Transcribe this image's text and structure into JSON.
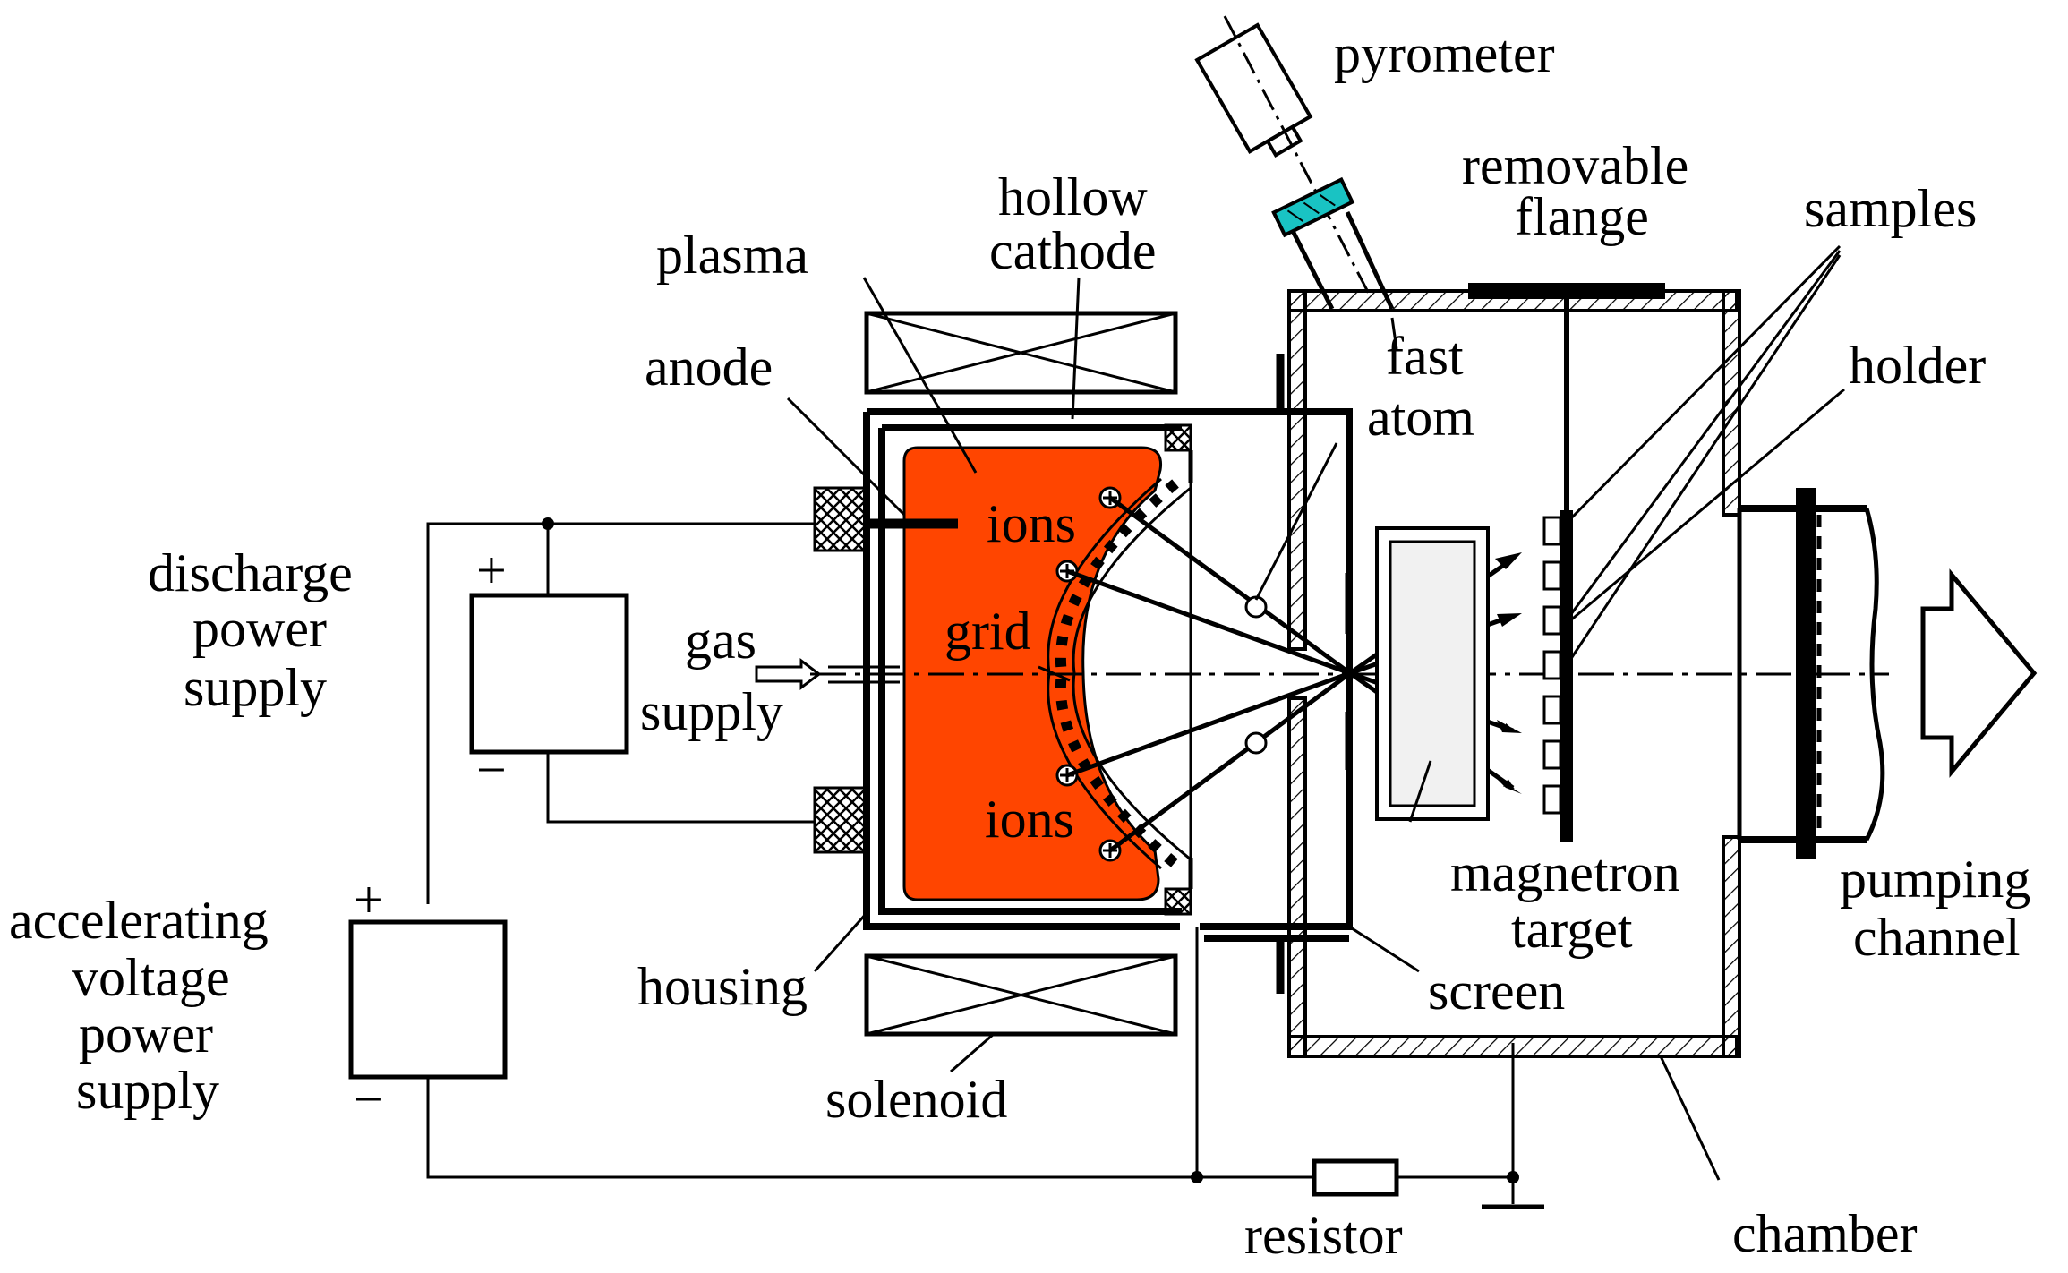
{
  "labels": {
    "pyrometer": "pyrometer",
    "removable_flange_1": "removable",
    "removable_flange_2": "flange",
    "hollow_cathode_1": "hollow",
    "hollow_cathode_2": "cathode",
    "plasma": "plasma",
    "samples": "samples",
    "anode": "anode",
    "fast_atom_1": "fast",
    "fast_atom_2": "atom",
    "holder": "holder",
    "discharge_1": "discharge",
    "discharge_2": "power",
    "discharge_3": "supply",
    "ions_top": "ions",
    "ions_bottom": "ions",
    "gas_1": "gas",
    "gas_2": "supply",
    "grid": "grid",
    "magnetron_1": "magnetron",
    "magnetron_2": "target",
    "pumping_1": "pumping",
    "pumping_2": "channel",
    "accelerating_1": "accelerating",
    "accelerating_2": "voltage",
    "accelerating_3": "power",
    "accelerating_4": "supply",
    "housing": "housing",
    "screen": "screen",
    "solenoid": "solenoid",
    "resistor": "resistor",
    "chamber": "chamber",
    "plus_discharge": "+",
    "minus_discharge": "−",
    "plus_accel": "+",
    "minus_accel": "−"
  },
  "colors": {
    "plasma": "#ff4500",
    "window": "#19c3c3",
    "line": "#000000"
  }
}
